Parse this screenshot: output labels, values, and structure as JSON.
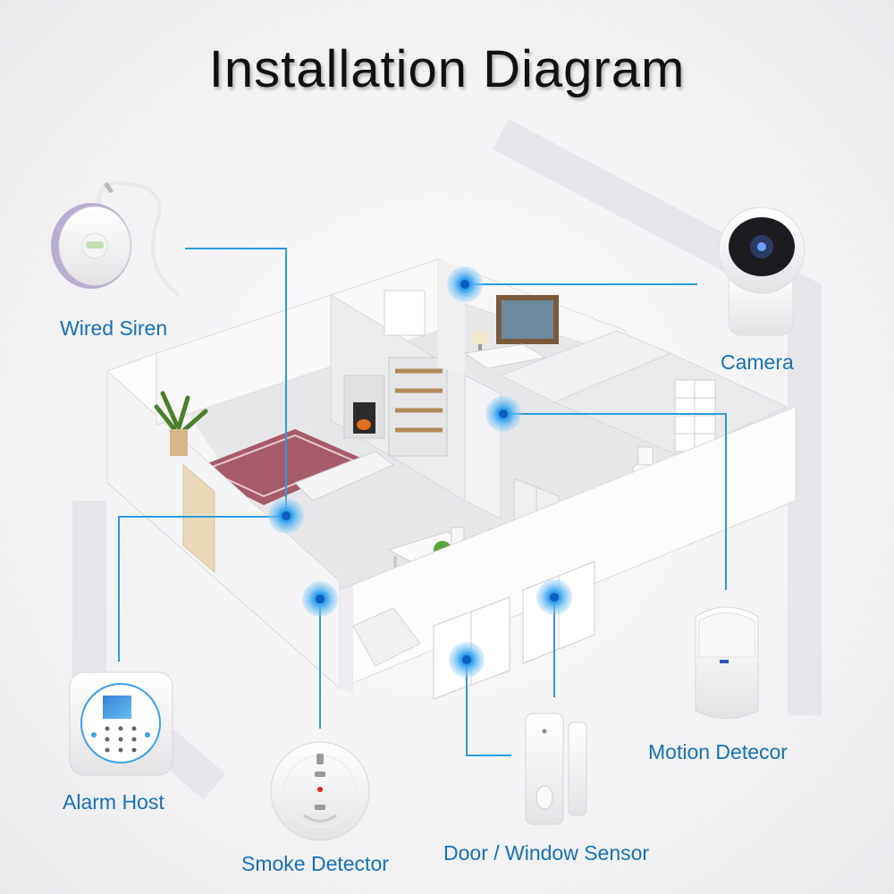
{
  "title": "Installation Diagram",
  "devices": {
    "wired_siren": "Wired Siren",
    "camera": "Camera",
    "motion_detector": "Motion Detecor",
    "alarm_host": "Alarm Host",
    "smoke_detector": "Smoke Detector",
    "door_window_sensor": "Door / Window Sensor"
  },
  "colors": {
    "accent": "#1a8fd6",
    "label": "#1572b8",
    "line": "#2a9be0"
  }
}
